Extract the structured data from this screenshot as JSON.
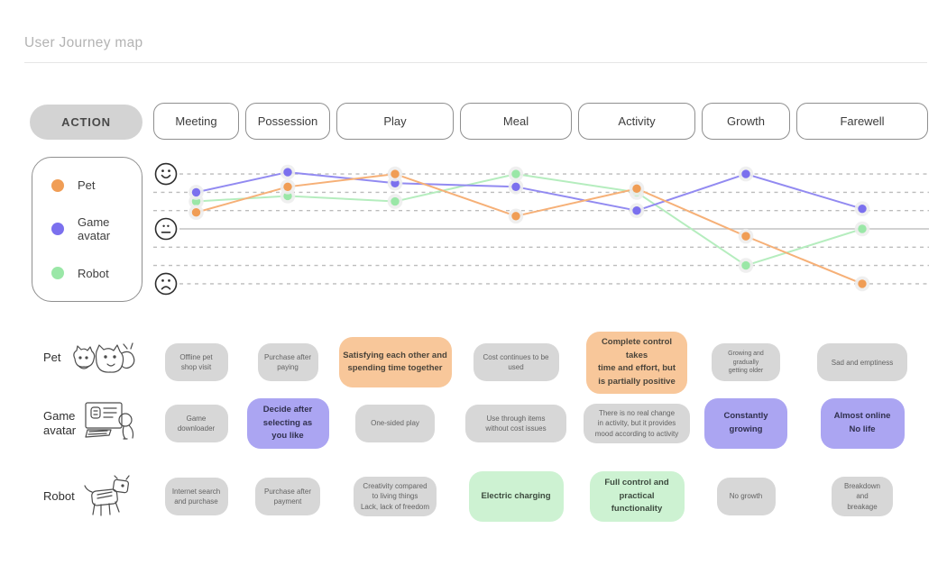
{
  "page": {
    "title": "User Journey map"
  },
  "action": {
    "label": "ACTION"
  },
  "stages": [
    {
      "label": "Meeting"
    },
    {
      "label": "Possession"
    },
    {
      "label": "Play"
    },
    {
      "label": "Meal"
    },
    {
      "label": "Activity"
    },
    {
      "label": "Growth"
    },
    {
      "label": "Farewell"
    }
  ],
  "legend": {
    "items": [
      {
        "label": "Pet",
        "color": "#f09d55"
      },
      {
        "label": "Game\navatar",
        "color": "#7b70ee"
      },
      {
        "label": "Robot",
        "color": "#9ae7a7"
      }
    ]
  },
  "chart_data": {
    "type": "line",
    "title": "Emotion curve across journey stages",
    "categories": [
      "Meeting",
      "Possession",
      "Play",
      "Meal",
      "Activity",
      "Growth",
      "Farewell"
    ],
    "y_axis": {
      "kind": "emotion-scale",
      "range": [
        -3,
        3
      ],
      "gridline_scores": [
        3,
        2,
        1,
        0,
        -1,
        -2,
        -3
      ],
      "markers": [
        {
          "icon": "happy-face-icon",
          "score": 3
        },
        {
          "icon": "neutral-face-icon",
          "score": 0
        },
        {
          "icon": "sad-face-icon",
          "score": -3
        }
      ]
    },
    "grid": "horizontal-dashed",
    "legend_position": "left",
    "series": [
      {
        "name": "Pet",
        "dot_color": "#f09d55",
        "line_color": "#f6b077",
        "values": [
          0.9,
          2.3,
          3.0,
          0.7,
          2.2,
          -0.4,
          -3.0
        ]
      },
      {
        "name": "Game avatar",
        "dot_color": "#7b70ee",
        "line_color": "#928af1",
        "values": [
          2.0,
          3.1,
          2.5,
          2.3,
          1.0,
          3.0,
          1.1
        ]
      },
      {
        "name": "Robot",
        "dot_color": "#9ae7a7",
        "line_color": "#b5edbe",
        "values": [
          1.5,
          1.8,
          1.5,
          3.0,
          2.0,
          -2.0,
          0.0
        ]
      }
    ]
  },
  "rows": [
    {
      "key": "pet",
      "label": "Pet",
      "illustration": "pets-doodle",
      "highlight_bg": "#f8c79a",
      "highlight_text": "#4a443a",
      "cards": [
        {
          "text": "Offline pet\nshop visit",
          "highlight": false
        },
        {
          "text": "Purchase after\npaying",
          "highlight": false
        },
        {
          "text": "Satisfying each other and\nspending time together",
          "highlight": true
        },
        {
          "text": "Cost continues to be used",
          "highlight": false
        },
        {
          "text": "Complete control takes\ntime and effort, but\nis partially positive",
          "highlight": true
        },
        {
          "text": "Growing and gradually\ngetting older",
          "highlight": false
        },
        {
          "text": "Sad and emptiness",
          "highlight": false
        }
      ]
    },
    {
      "key": "game",
      "label": "Game\navatar",
      "illustration": "game-avatar-doodle",
      "highlight_bg": "#aba5f2",
      "highlight_text": "#30304e",
      "cards": [
        {
          "text": "Game downloader",
          "highlight": false
        },
        {
          "text": "Decide after\nselecting as\nyou like",
          "highlight": true
        },
        {
          "text": "One-sided play",
          "highlight": false
        },
        {
          "text": "Use through items\nwithout cost issues",
          "highlight": false
        },
        {
          "text": "There is no real change\nin activity, but it provides\nmood according to activity",
          "highlight": false
        },
        {
          "text": "Constantly growing",
          "highlight": true
        },
        {
          "text": "Almost online\nNo life",
          "highlight": true
        }
      ]
    },
    {
      "key": "robot",
      "label": "Robot",
      "illustration": "robot-dog-doodle",
      "highlight_bg": "#cdf2d2",
      "highlight_text": "#3c4a3e",
      "cards": [
        {
          "text": "Internet search\nand purchase",
          "highlight": false
        },
        {
          "text": "Purchase after\npayment",
          "highlight": false
        },
        {
          "text": "Creativity compared\nto living things\nLack, lack of freedom",
          "highlight": false
        },
        {
          "text": "Electric charging",
          "highlight": true
        },
        {
          "text": "Full control and\npractical functionality",
          "highlight": true
        },
        {
          "text": "No growth",
          "highlight": false
        },
        {
          "text": "Breakdown\nand\nbreakage",
          "highlight": false
        }
      ]
    }
  ]
}
